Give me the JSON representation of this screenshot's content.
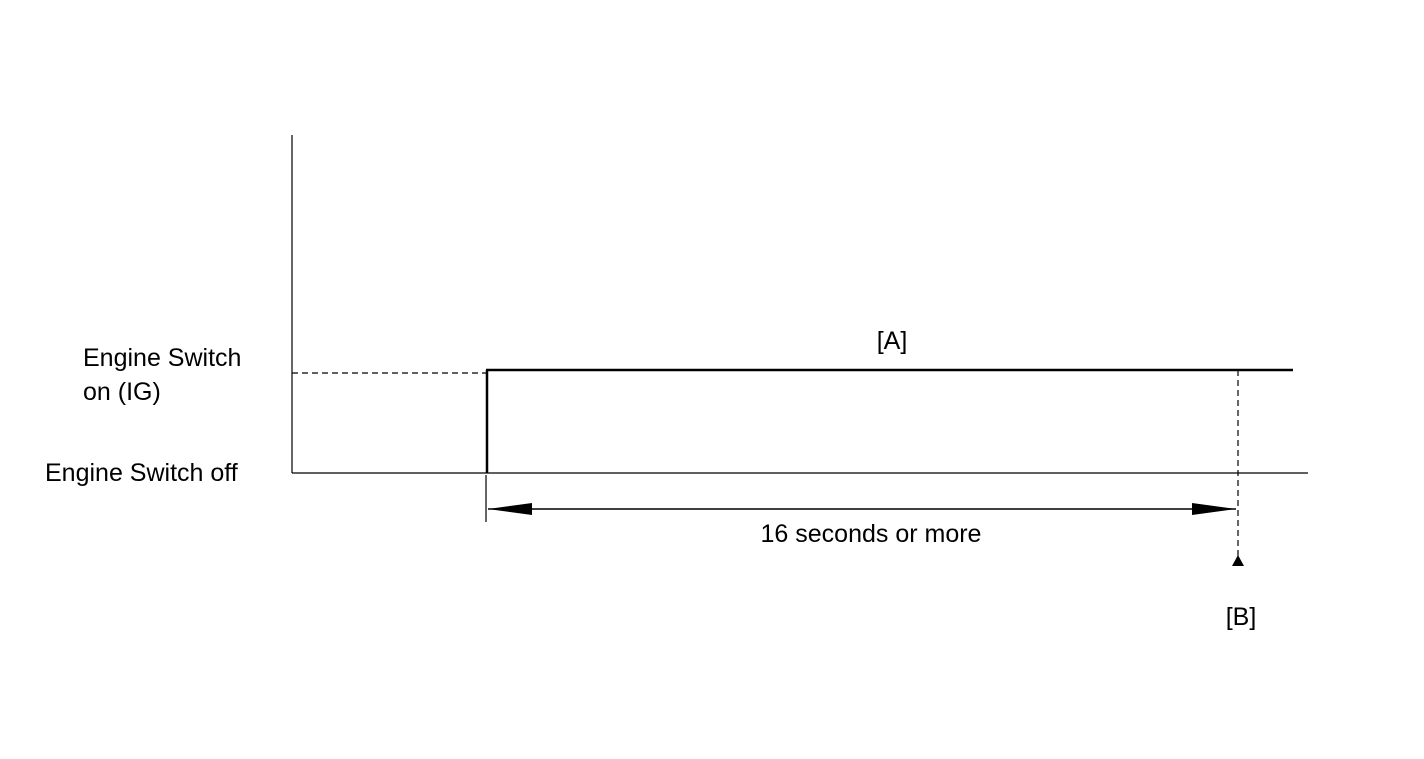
{
  "labels": {
    "on_line1": "Engine Switch",
    "on_line2": "on (IG)",
    "off": "Engine Switch off",
    "point_a": "[A]",
    "point_b": "[B]",
    "duration": "16 seconds or more"
  },
  "colors": {
    "line": "#000000",
    "background": "#ffffff"
  }
}
